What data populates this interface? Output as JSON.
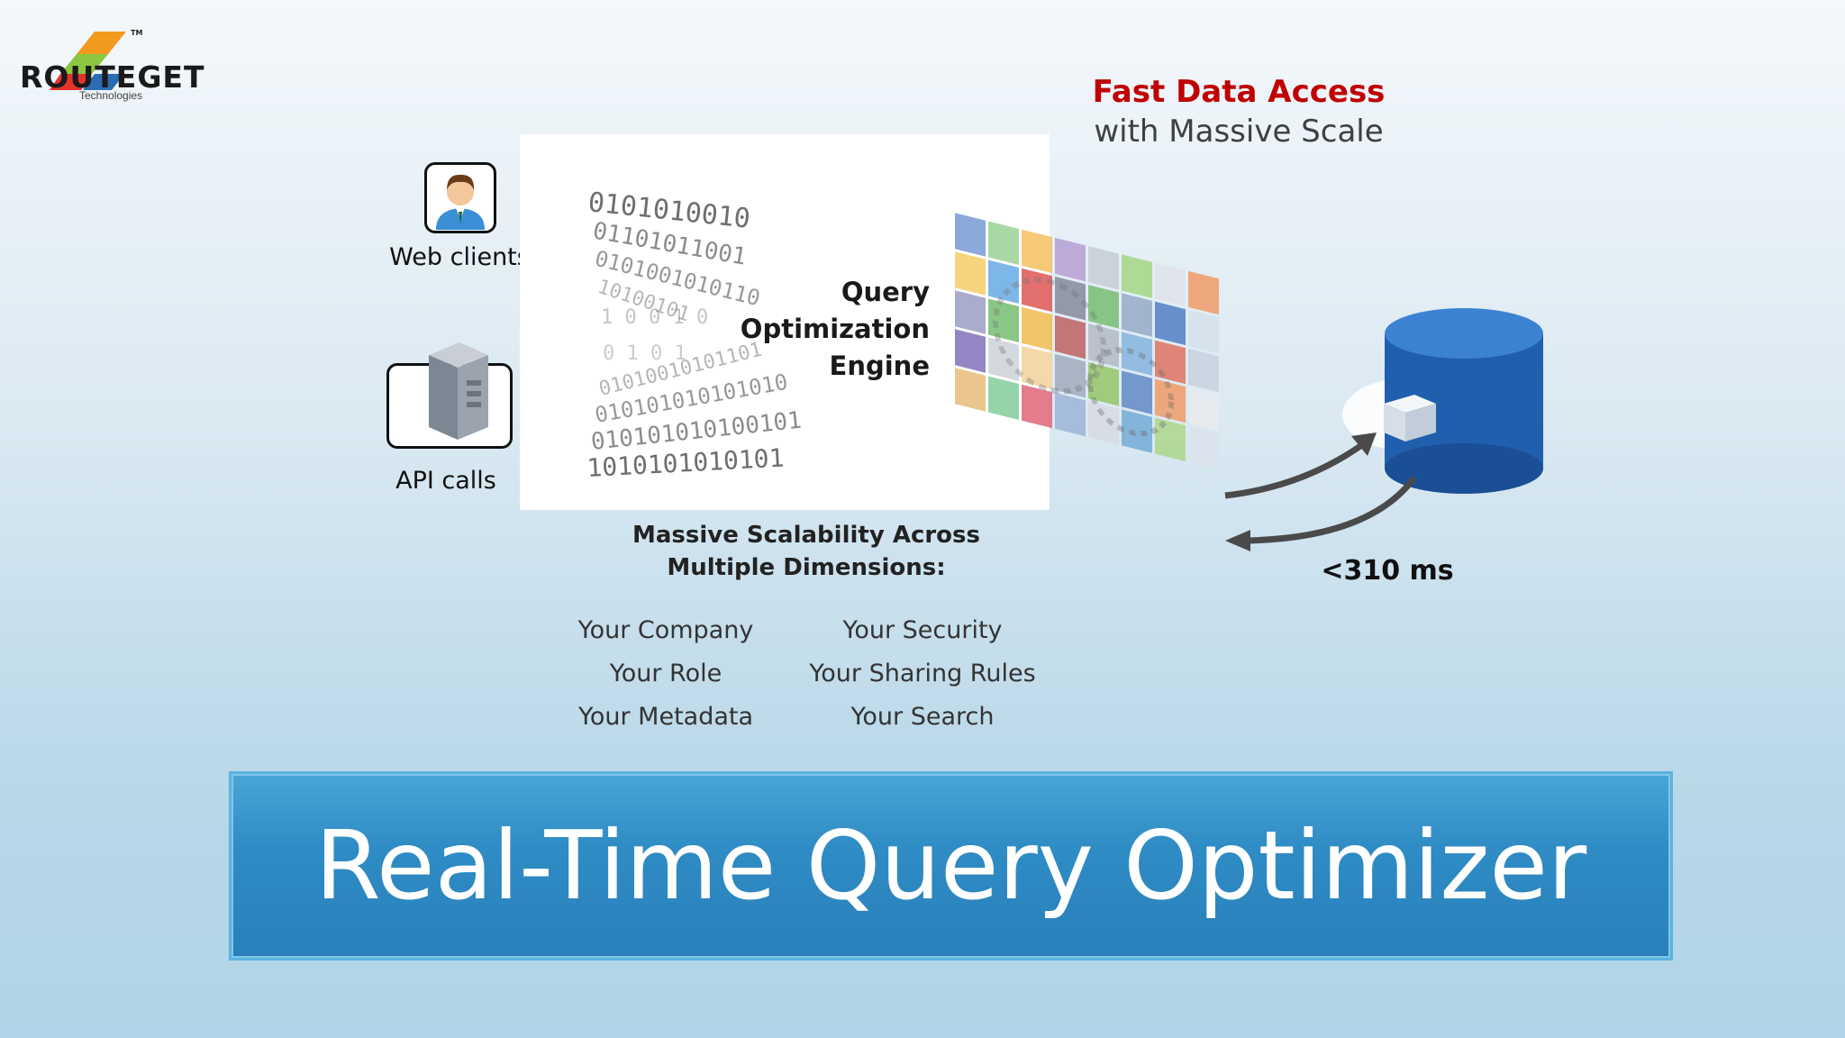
{
  "logo": {
    "name": "ROUTEGET",
    "sub": "Technologies",
    "tm": "TM"
  },
  "headline": {
    "title": "Fast Data Access",
    "subtitle": "with Massive Scale"
  },
  "clients": {
    "web": "Web clients",
    "api": "API calls"
  },
  "engine": {
    "line1": "Query",
    "line2": "Optimization",
    "line3": "Engine"
  },
  "scalability": {
    "title_line1": "Massive Scalability Across",
    "title_line2": "Multiple Dimensions:",
    "left": [
      "Your Company",
      "Your Role",
      "Your Metadata"
    ],
    "right": [
      "Your Security",
      "Your Sharing Rules",
      "Your Search"
    ]
  },
  "latency": "<310 ms",
  "banner": "Real-Time Query Optimizer",
  "colors": {
    "accent_red": "#c00000",
    "banner_blue": "#2f8cc4",
    "db_blue": "#1f5fae"
  },
  "icons": [
    "user-icon",
    "server-icon",
    "binary-stream-graphic",
    "gear-grid-graphic",
    "database-icon",
    "curved-arrow-icon"
  ]
}
